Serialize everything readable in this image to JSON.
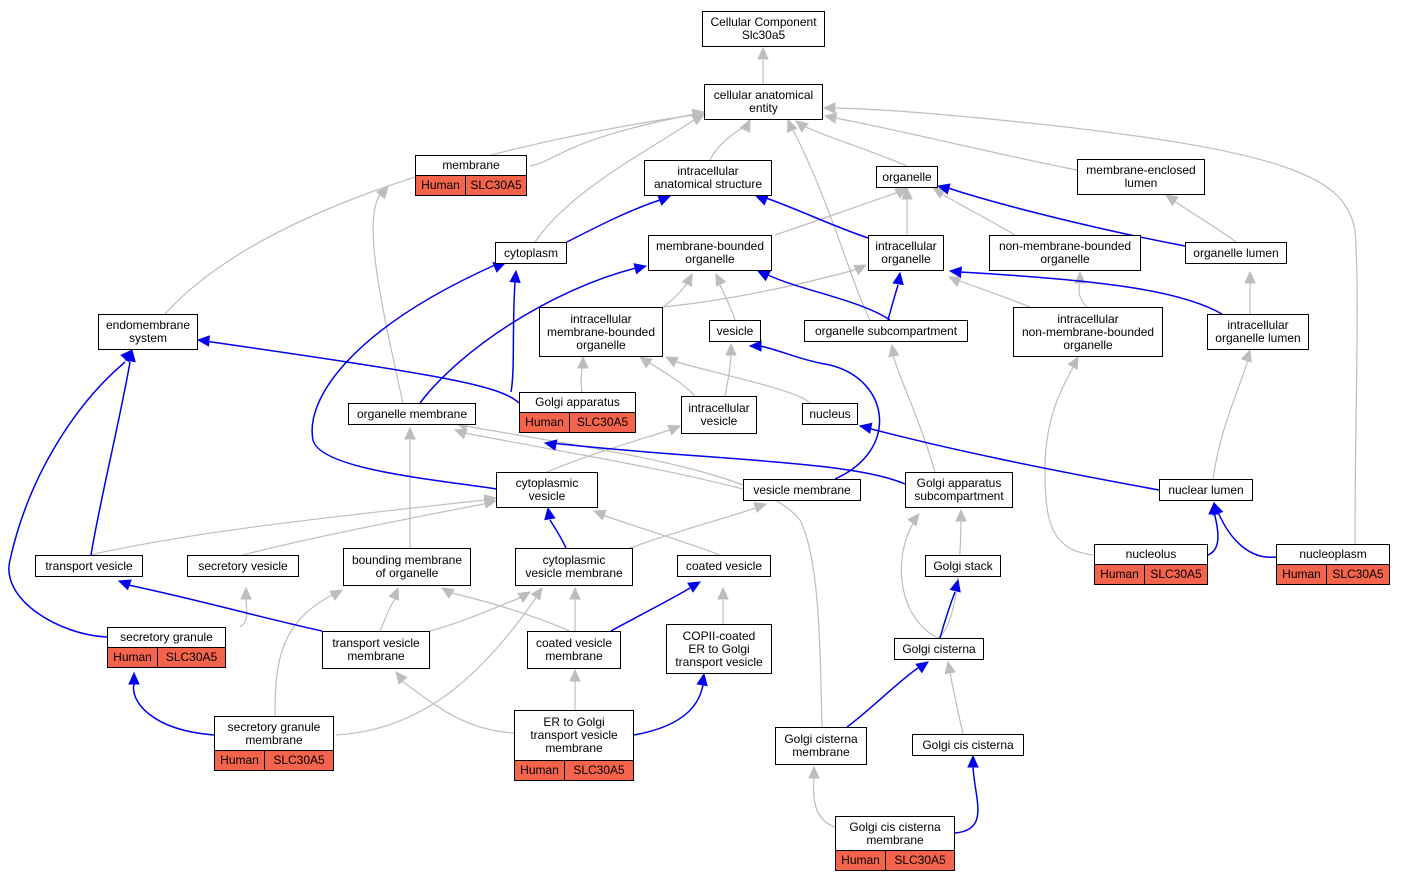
{
  "colors": {
    "is_a_edge": "#bdbdbd",
    "part_of_edge": "#0000ee",
    "annotation_fill": "#f4634c",
    "node_border": "#000000"
  },
  "nodes": {
    "root": "Cellular Component\nSlc30a5",
    "cellular_anatomical_entity": "cellular anatomical\nentity",
    "membrane": "membrane",
    "intracellular_anatomical_structure": "intracellular\nanatomical structure",
    "organelle": "organelle",
    "membrane_enclosed_lumen": "membrane-enclosed\nlumen",
    "cytoplasm": "cytoplasm",
    "membrane_bounded_organelle": "membrane-bounded\norganelle",
    "intracellular_organelle": "intracellular\norganelle",
    "non_membrane_bounded_organelle": "non-membrane-bounded\norganelle",
    "organelle_lumen": "organelle lumen",
    "endomembrane_system": "endomembrane\nsystem",
    "intracellular_membrane_bounded_organelle": "intracellular\nmembrane-bounded\norganelle",
    "vesicle": "vesicle",
    "organelle_subcompartment": "organelle subcompartment",
    "intracellular_non_membrane_bounded_organelle": "intracellular\nnon-membrane-bounded\norganelle",
    "intracellular_organelle_lumen": "intracellular\norganelle lumen",
    "organelle_membrane": "organelle membrane",
    "golgi_apparatus": "Golgi apparatus",
    "intracellular_vesicle": "intracellular\nvesicle",
    "nucleus": "nucleus",
    "cytoplasmic_vesicle": "cytoplasmic\nvesicle",
    "vesicle_membrane": "vesicle membrane",
    "golgi_apparatus_subcompartment": "Golgi apparatus\nsubcompartment",
    "nuclear_lumen": "nuclear lumen",
    "transport_vesicle": "transport vesicle",
    "secretory_vesicle": "secretory vesicle",
    "bounding_membrane_of_organelle": "bounding membrane\nof organelle",
    "cytoplasmic_vesicle_membrane": "cytoplasmic\nvesicle membrane",
    "coated_vesicle": "coated vesicle",
    "golgi_stack": "Golgi stack",
    "nucleolus": "nucleolus",
    "nucleoplasm": "nucleoplasm",
    "secretory_granule": "secretory granule",
    "transport_vesicle_membrane": "transport vesicle\nmembrane",
    "coated_vesicle_membrane": "coated vesicle\nmembrane",
    "copii_coated_vesicle": "COPII-coated\nER to Golgi\ntransport vesicle",
    "golgi_cisterna": "Golgi cisterna",
    "secretory_granule_membrane": "secretory granule\nmembrane",
    "er_to_golgi_transport_vesicle_membrane": "ER to Golgi\ntransport vesicle\nmembrane",
    "golgi_cisterna_membrane": "Golgi cisterna\nmembrane",
    "golgi_cis_cisterna": "Golgi cis cisterna",
    "golgi_cis_cisterna_membrane": "Golgi cis cisterna\nmembrane"
  },
  "annotation": {
    "species": "Human",
    "gene": "SLC30A5"
  }
}
